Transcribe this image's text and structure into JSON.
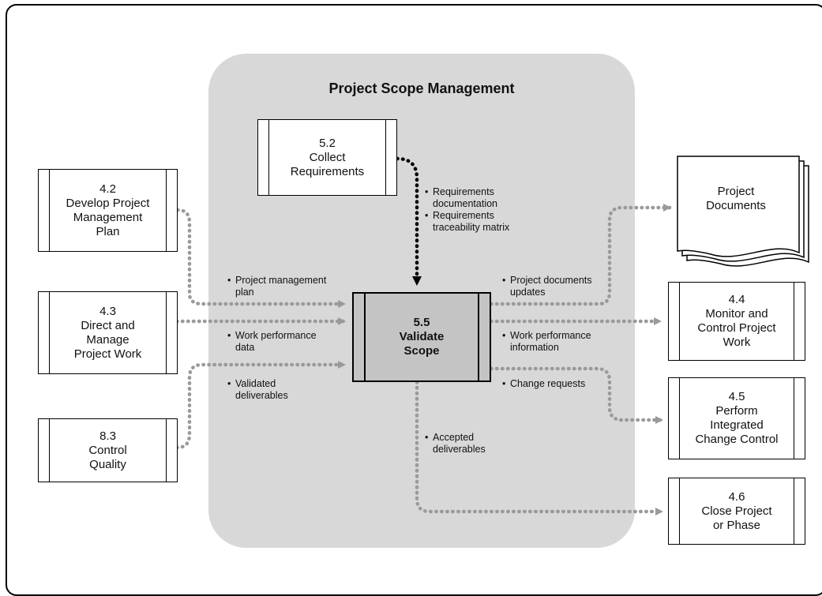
{
  "scope_area": {
    "title": "Project Scope Management"
  },
  "processes": {
    "p52": {
      "number": "5.2",
      "line1": "Collect",
      "line2": "Requirements"
    },
    "p42": {
      "number": "4.2",
      "line1": "Develop Project",
      "line2": "Management",
      "line3": "Plan"
    },
    "p43": {
      "number": "4.3",
      "line1": "Direct and",
      "line2": "Manage",
      "line3": "Project Work"
    },
    "p83": {
      "number": "8.3",
      "line1": "Control",
      "line2": "Quality"
    },
    "p55": {
      "number": "5.5",
      "line1": "Validate",
      "line2": "Scope"
    },
    "p44": {
      "number": "4.4",
      "line1": "Monitor and",
      "line2": "Control Project",
      "line3": "Work"
    },
    "p45": {
      "number": "4.5",
      "line1": "Perform",
      "line2": "Integrated",
      "line3": "Change Control"
    },
    "p46": {
      "number": "4.6",
      "line1": "Close Project",
      "line2": "or Phase"
    }
  },
  "documents": {
    "line1": "Project",
    "line2": "Documents"
  },
  "flows": {
    "req_doc": "Requirements",
    "req_doc2": "documentation",
    "req_trace": "Requirements",
    "req_trace2": "traceability matrix",
    "pm_plan": "Project management",
    "pm_plan2": "plan",
    "work_perf_data": "Work performance",
    "work_perf_data2": "data",
    "validated": "Validated",
    "validated2": "deliverables",
    "doc_updates": "Project documents",
    "doc_updates2": "updates",
    "work_perf_info": "Work performance",
    "work_perf_info2": "information",
    "change_req": "Change requests",
    "accepted": "Accepted",
    "accepted2": "deliverables"
  },
  "colors": {
    "flow_gray": "#9a9a9a",
    "flow_black": "#000000",
    "scope_bg": "#d8d8d8",
    "main_fill": "#c4c4c4"
  }
}
